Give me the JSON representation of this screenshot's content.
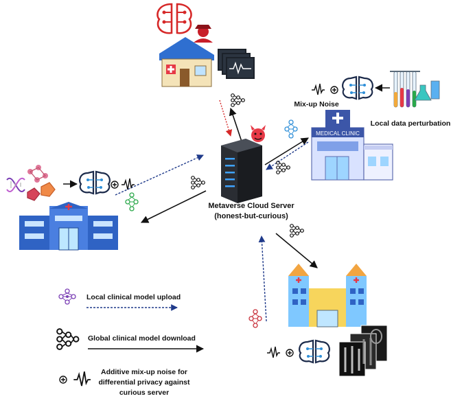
{
  "labels": {
    "server_line1": "Metaverse Cloud Server",
    "server_line2": "(honest-but-curious)",
    "mixup_noise": "Mix-up Noise",
    "local_perturbation": "Local data perturbation",
    "clinic_sign": "MEDICAL CLINIC"
  },
  "legend": {
    "upload": "Local clinical model upload",
    "download": "Global clinical model download",
    "noise_line1": "Additive mix-up noise for",
    "noise_line2": "differential privacy against",
    "noise_line3": "curious server"
  },
  "colors": {
    "upload_arrow": "#1f3a8a",
    "download_arrow": "#111111",
    "attack_arrow": "#d62828",
    "node_purple": "#7b3fb5",
    "node_green": "#2aa84a",
    "node_blue": "#2f8fd8",
    "node_red": "#c8323c"
  },
  "icons": [
    "brain-circuit-icon",
    "hacker-icon",
    "house-icon",
    "monitor-icon",
    "neural-network-icon",
    "noise-wave-icon",
    "plus-circle-icon",
    "server-icon",
    "devil-icon",
    "hospital-icon",
    "dna-icon",
    "molecule-icon",
    "test-tubes-icon",
    "xray-icon"
  ]
}
